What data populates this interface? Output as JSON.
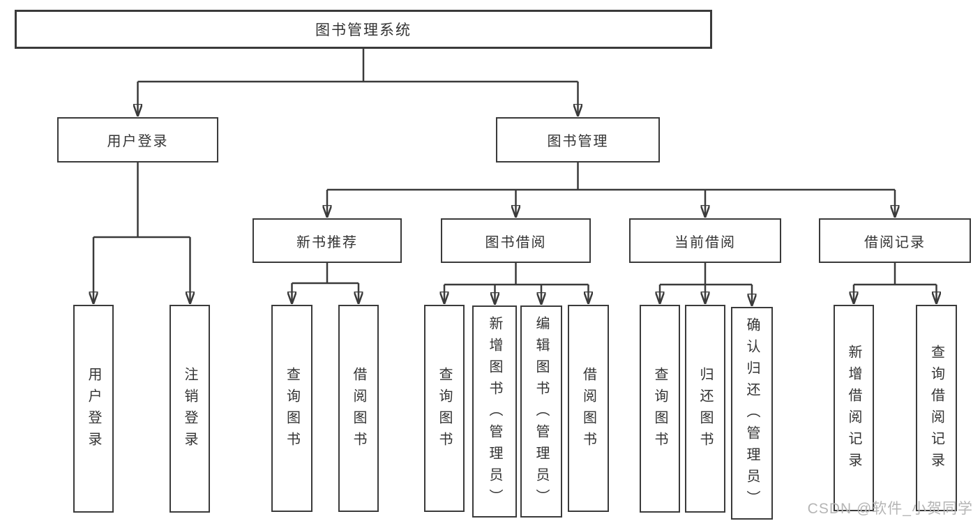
{
  "root": {
    "label": "图书管理系统"
  },
  "level2": [
    {
      "label": "用户登录"
    },
    {
      "label": "图书管理"
    }
  ],
  "level3": [
    {
      "label": "新书推荐"
    },
    {
      "label": "图书借阅"
    },
    {
      "label": "当前借阅"
    },
    {
      "label": "借阅记录"
    }
  ],
  "leaves": {
    "user_login": [
      "用户登录",
      "注销登录"
    ],
    "new_books": [
      "查询图书",
      "借阅图书"
    ],
    "book_borrow": [
      "查询图书",
      "新增图书（管理员）",
      "编辑图书（管理员）",
      "借阅图书"
    ],
    "current_borrow": [
      "查询图书",
      "归还图书",
      "确认归还（管理员）"
    ],
    "borrow_records": [
      "新增借阅记录",
      "查询借阅记录"
    ]
  },
  "watermark": "CSDN @软件_小贺同学",
  "colors": {
    "line": "#3a3a3a",
    "text": "#333333",
    "box_bg": "#ffffff",
    "watermark": "#b5b5b5"
  }
}
